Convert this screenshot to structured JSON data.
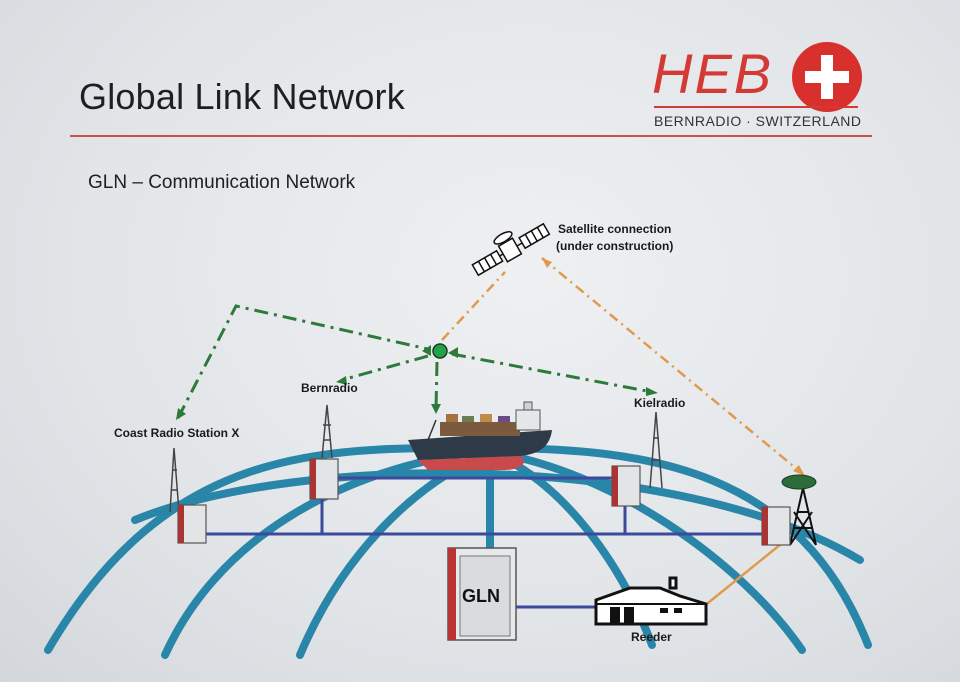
{
  "header": {
    "title": "Global Link Network",
    "subtitle": "GLN – Communication Network"
  },
  "logo": {
    "wordmark": "HEB",
    "tagline": "BERNRADIO · SWITZERLAND"
  },
  "labels": {
    "satellite_line1": "Satellite connection",
    "satellite_line2": "(under construction)",
    "bernradio": "Bernradio",
    "coast_radio": "Coast Radio Station X",
    "kielradio": "Kielradio",
    "gln": "GLN",
    "reeder": "Reeder"
  },
  "colors": {
    "globe_lines": "#2a86a8",
    "network_bus": "#3b4a9c",
    "radio_link": "#2e7a3a",
    "satellite_link": "#e09a4c",
    "accent_red": "#d33a35"
  }
}
